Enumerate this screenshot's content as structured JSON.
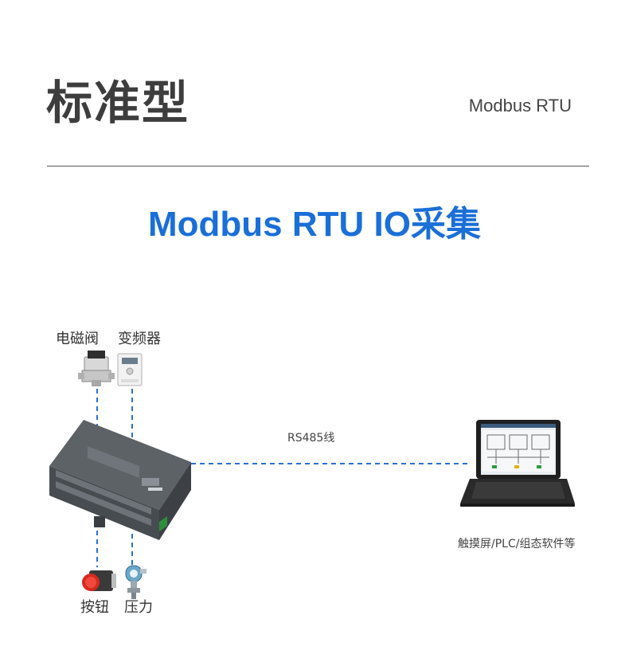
{
  "header": {
    "title": "标准型",
    "subtitle": "Modbus RTU"
  },
  "heading": "Modbus RTU IO采集",
  "devices": {
    "solenoid_valve": "电磁阀",
    "inverter": "变频器",
    "button": "按钮",
    "pressure": "压力",
    "link": "RS485线",
    "host": "触摸屏/PLC/组态软件等"
  },
  "colors": {
    "accent": "#1a6fd8",
    "dashed_line": "#2b6fd6",
    "text_dark": "#3d3d3d"
  }
}
